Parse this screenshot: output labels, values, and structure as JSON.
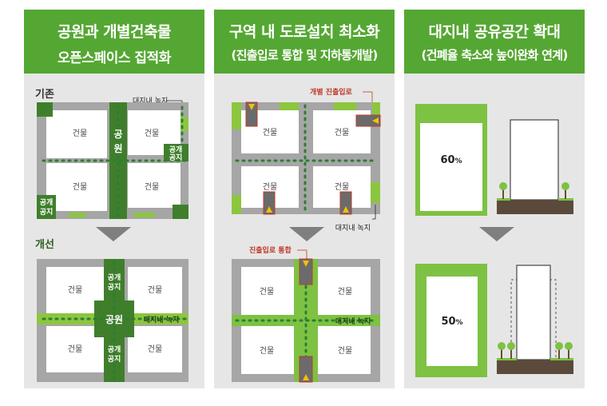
{
  "panels": [
    {
      "title_line1": "공원과 개별건축물",
      "title_line2": "오픈스페이스 집적화",
      "before_label": "기존",
      "after_label": "개선",
      "green_note": "대지내 녹지",
      "building": "건물",
      "park": "공원",
      "park_v1": "공",
      "park_v2": "원",
      "open_l1": "공개",
      "open_l2": "공지"
    },
    {
      "title_line1": "구역 내 도로설치 최소화",
      "title_line2": "(진출입로 통합 및 지하통개발)",
      "entrance_note": "개별 진출입로",
      "combined_note": "진출입로 통합",
      "green_note": "대지내 녹지",
      "building": "건물"
    },
    {
      "title_line1": "대지내 공유공간 확대",
      "title_line2": "(건폐율 축소와 높이완화 연계)",
      "ratio_before": "60",
      "ratio_after": "50",
      "pct": "%"
    }
  ],
  "colors": {
    "header_green": "#55a733",
    "panel_gray": "#e6e6e6",
    "block_gray": "#a6a6a6",
    "lot_green": "#8cc63f",
    "dark_green": "#3f7f2b",
    "road_green": "#7dc242",
    "soil": "#5b4a3b",
    "note_red": "#c0392b",
    "arrow_yellow": "#f2c200"
  }
}
